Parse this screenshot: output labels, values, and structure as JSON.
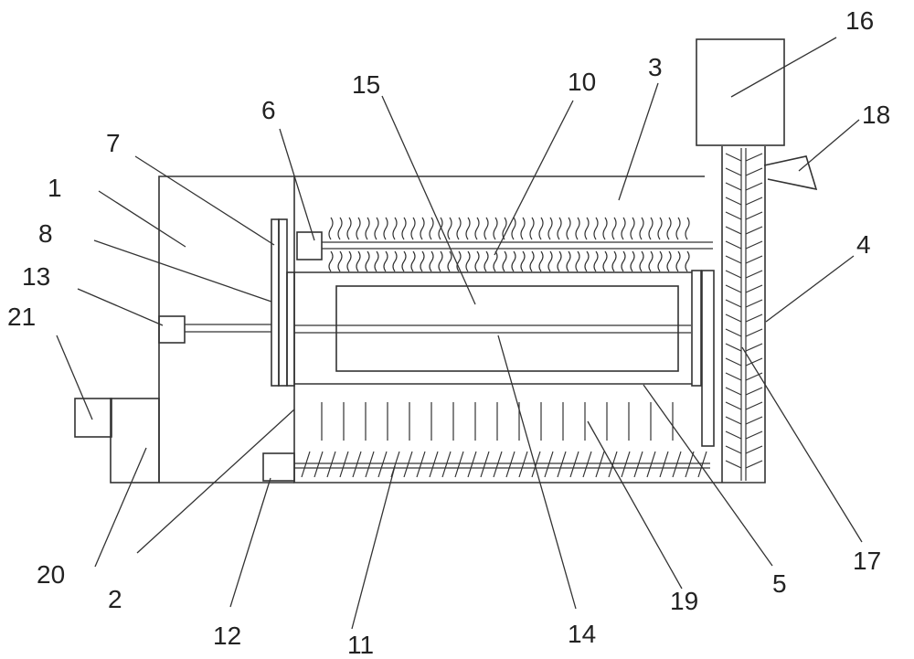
{
  "diagram": {
    "labels": {
      "l1": "1",
      "l2": "2",
      "l3": "3",
      "l4": "4",
      "l5": "5",
      "l6": "6",
      "l7": "7",
      "l8": "8",
      "l10": "10",
      "l11": "11",
      "l12": "12",
      "l13": "13",
      "l14": "14",
      "l15": "15",
      "l16": "16",
      "l17": "17",
      "l18": "18",
      "l19": "19",
      "l20": "20",
      "l21": "21"
    }
  }
}
